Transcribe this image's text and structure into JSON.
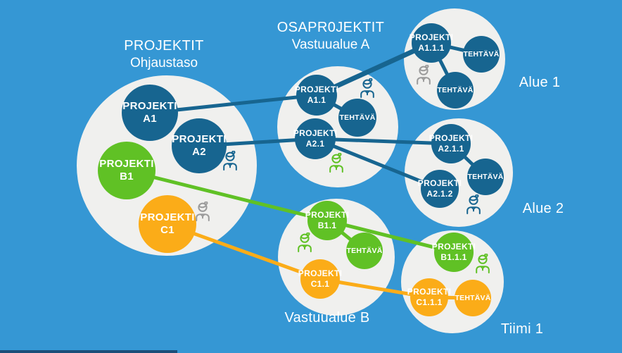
{
  "titles": {
    "ohjaustaso_line1": "PROJEKTIT",
    "ohjaustaso_line2": "Ohjaustaso",
    "osaprojektit_line1": "OSAPR0JEKTIT",
    "osaprojektit_line2": "Vastuualue A",
    "alue1": "Alue 1",
    "alue2": "Alue 2",
    "vastuualue_b": "Vastuualue B",
    "tiimi1": "Tiimi 1"
  },
  "nodes": {
    "a1": {
      "line1": "PROJEKTI",
      "line2": "A1"
    },
    "a2": {
      "line1": "PROJEKTI",
      "line2": "A2"
    },
    "b1": {
      "line1": "PROJEKTI",
      "line2": "B1"
    },
    "c1": {
      "line1": "PROJEKTI",
      "line2": "C1"
    },
    "a1_1": {
      "line1": "PROJEKTI",
      "line2": "A1.1"
    },
    "a2_1": {
      "line1": "PROJEKTI",
      "line2": "A2.1"
    },
    "tehtava_a": {
      "line1": "TEHTÄVÄ"
    },
    "a1_1_1": {
      "line1": "PROJEKTI",
      "line2": "A1.1.1"
    },
    "tehtava_alue1_right": {
      "line1": "TEHTÄVÄ"
    },
    "tehtava_alue1_bottom": {
      "line1": "TEHTÄVÄ"
    },
    "a2_1_1": {
      "line1": "PROJEKTI",
      "line2": "A2.1.1"
    },
    "a2_1_2": {
      "line1": "PROJEKTI",
      "line2": "A2.1.2"
    },
    "tehtava_alue2": {
      "line1": "TEHTÄVÄ"
    },
    "b1_1": {
      "line1": "PROJEKTI",
      "line2": "B1.1"
    },
    "tehtava_b": {
      "line1": "TEHTÄVÄ"
    },
    "c1_1": {
      "line1": "PROJEKTI",
      "line2": "C1.1"
    },
    "b1_1_1": {
      "line1": "PROJEKTI",
      "line2": "B1.1.1"
    },
    "c1_1_1": {
      "line1": "PROJEKTI",
      "line2": "C1.1.1"
    },
    "tehtava_tiimi1": {
      "line1": "TEHTÄVÄ"
    }
  },
  "icons": {
    "person": "person-icon"
  },
  "colors": {
    "background": "#3597d4",
    "cluster_fill": "#f0f0ee",
    "project_blue": "#176590",
    "project_green": "#60c125",
    "project_orange": "#fbac18",
    "person_gray": "#9b9b9b",
    "bottom_bar": "#1b4e79",
    "label_text": "#ffffff"
  }
}
